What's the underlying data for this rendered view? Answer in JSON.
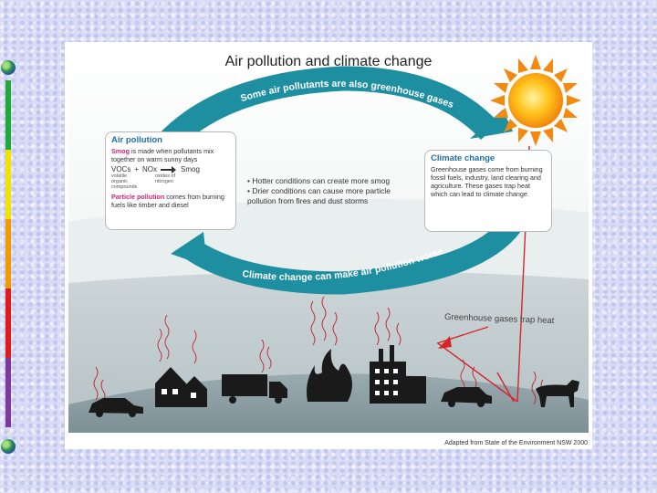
{
  "title": "Air pollution and climate change",
  "top_arrow_text": "Some air pollutants are also greenhouse gases",
  "bottom_arrow_text": "Climate change can make air pollution worse",
  "air_pollution_box": {
    "heading": "Air pollution",
    "smog_word": "Smog",
    "smog_text": " is made when pollutants mix together on warm sunny days",
    "voc_label": "VOCs",
    "plus": "+",
    "nox_label": "NOx",
    "smog_result": "Smog",
    "voc_sub": "volatile organic compounds",
    "nox_sub": "oxides of nitrogen",
    "particle_word": "Particle pollution",
    "particle_text": " comes from burning fuels like timber and diesel"
  },
  "middle_bullets": [
    "• Hotter conditions can create more smog",
    "• Drier conditions can cause more particle pollution from fires and dust storms"
  ],
  "climate_change_box": {
    "heading": "Climate change",
    "text": "Greenhouse gases come from burning fossil fuels, industry, land clearing and agriculture. These gases trap heat which can lead to climate change."
  },
  "greenhouse_label": "Greenhouse gases trap heat",
  "credit": "Adapted from State of the Environment NSW 2000",
  "colors": {
    "arrow_teal": "#1e8fa0",
    "sun_orange": "#f28a12",
    "heading_blue": "#1f6fa8",
    "highlight_pink": "#c2297c",
    "heat_ray_red": "#d6262a",
    "silhouette": "#1a1a1a"
  },
  "side_bar_colors": [
    "#22a838",
    "#f2e200",
    "#f29a00",
    "#e01b1b",
    "#7b3a9c"
  ]
}
